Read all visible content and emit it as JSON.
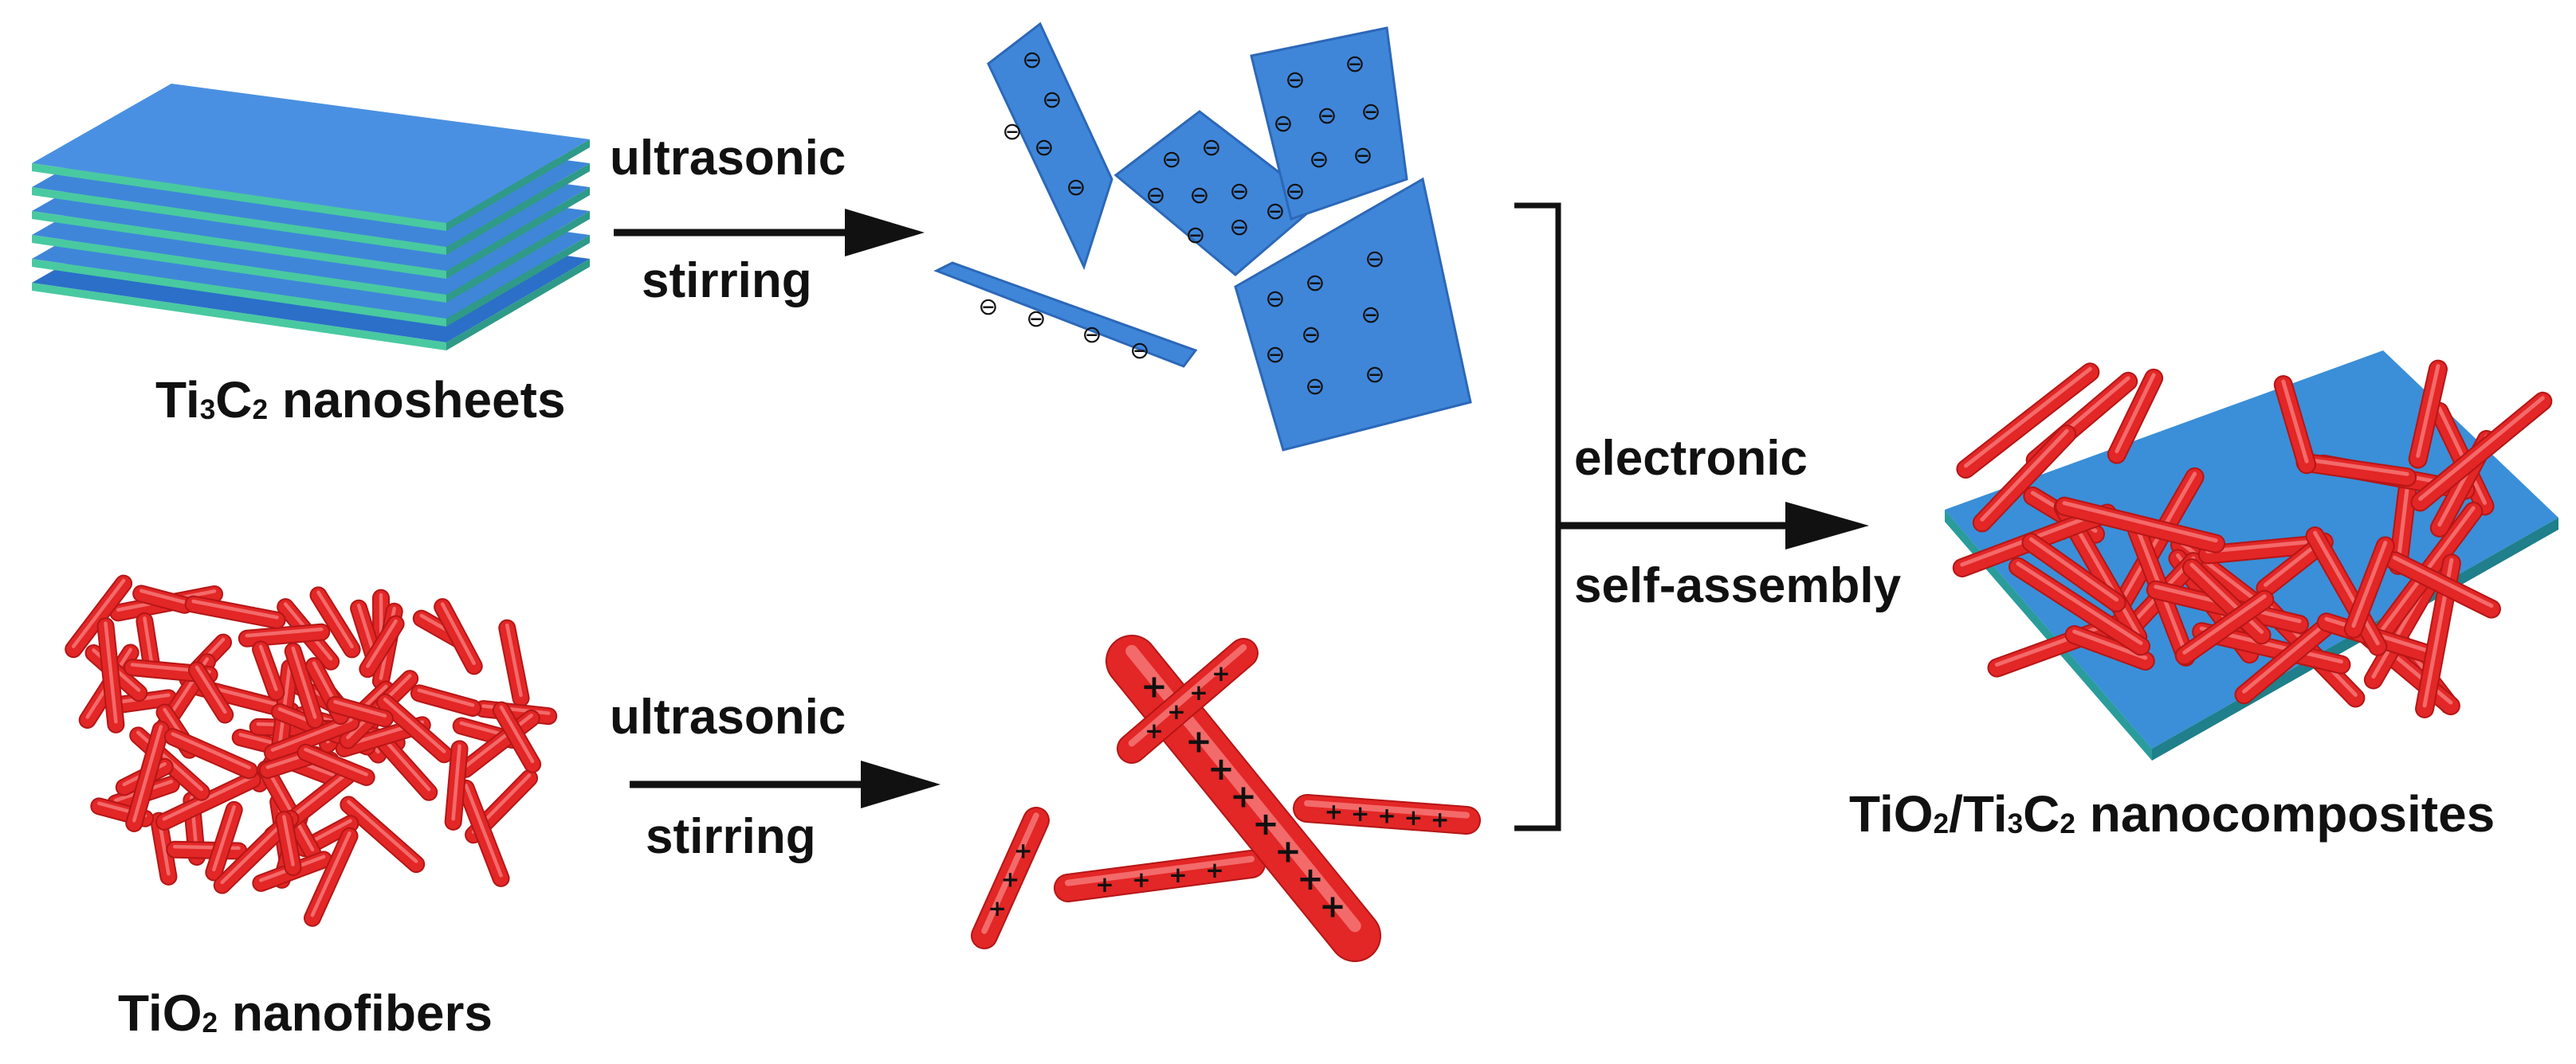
{
  "materials": {
    "ti3c2": {
      "formula_main": "Ti",
      "formula_sub1": "3",
      "formula_mid": "C",
      "formula_sub2": "2",
      "label_rest": " nanosheets"
    },
    "tio2": {
      "formula_main": "TiO",
      "formula_sub": "2",
      "label_rest": " nanofibers"
    },
    "composite": {
      "p1": "TiO",
      "s1": "2",
      "p2": "/Ti",
      "s2": "3",
      "p3": "C",
      "s3": "2",
      "label_rest": " nanocomposites"
    }
  },
  "steps": {
    "top_arrow": {
      "line1": "ultrasonic",
      "line2": "stirring"
    },
    "bottom_arrow": {
      "line1": "ultrasonic",
      "line2": "stirring"
    },
    "merge_arrow": {
      "line1": "electronic",
      "line2": "self-assembly"
    }
  },
  "charges": {
    "negative": "⊖",
    "positive": "+"
  },
  "colors": {
    "sheet_blue": "#3f86d9",
    "sheet_blue_dark": "#2c68b8",
    "sheet_edge_green": "#49c9a0",
    "fiber_red": "#e32626",
    "fiber_red_dark": "#b51616",
    "arrow": "#111111",
    "text": "#111111"
  }
}
